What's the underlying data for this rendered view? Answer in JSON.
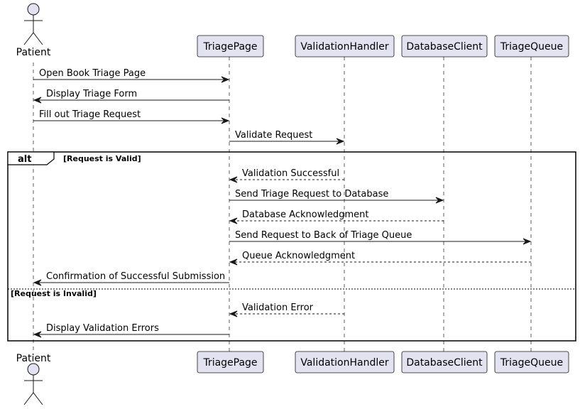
{
  "participants": [
    {
      "id": "patient",
      "label": "Patient",
      "kind": "actor"
    },
    {
      "id": "triage_page",
      "label": "TriagePage",
      "kind": "participant"
    },
    {
      "id": "validation_handler",
      "label": "ValidationHandler",
      "kind": "participant"
    },
    {
      "id": "database_client",
      "label": "DatabaseClient",
      "kind": "participant"
    },
    {
      "id": "triage_queue",
      "label": "TriageQueue",
      "kind": "participant"
    }
  ],
  "messages": [
    {
      "from": "patient",
      "to": "triage_page",
      "text": "Open Book Triage Page",
      "style": "solid"
    },
    {
      "from": "triage_page",
      "to": "patient",
      "text": "Display Triage Form",
      "style": "solid"
    },
    {
      "from": "patient",
      "to": "triage_page",
      "text": "Fill out Triage Request",
      "style": "solid"
    },
    {
      "from": "triage_page",
      "to": "validation_handler",
      "text": "Validate Request",
      "style": "solid"
    },
    {
      "from": "validation_handler",
      "to": "triage_page",
      "text": "Validation Successful",
      "style": "dashed"
    },
    {
      "from": "triage_page",
      "to": "database_client",
      "text": "Send Triage Request to Database",
      "style": "solid"
    },
    {
      "from": "database_client",
      "to": "triage_page",
      "text": "Database Acknowledgment",
      "style": "dashed"
    },
    {
      "from": "triage_page",
      "to": "triage_queue",
      "text": "Send Request to Back of Triage Queue",
      "style": "solid"
    },
    {
      "from": "triage_queue",
      "to": "triage_page",
      "text": "Queue Acknowledgment",
      "style": "dashed"
    },
    {
      "from": "triage_page",
      "to": "patient",
      "text": "Confirmation of Successful Submission",
      "style": "solid"
    },
    {
      "from": "validation_handler",
      "to": "triage_page",
      "text": "Validation Error",
      "style": "dashed"
    },
    {
      "from": "triage_page",
      "to": "patient",
      "text": "Display Validation Errors",
      "style": "solid"
    }
  ],
  "alt_frame": {
    "keyword": "alt",
    "guard_valid": "[Request is Valid]",
    "guard_invalid": "[Request is Invalid]"
  }
}
